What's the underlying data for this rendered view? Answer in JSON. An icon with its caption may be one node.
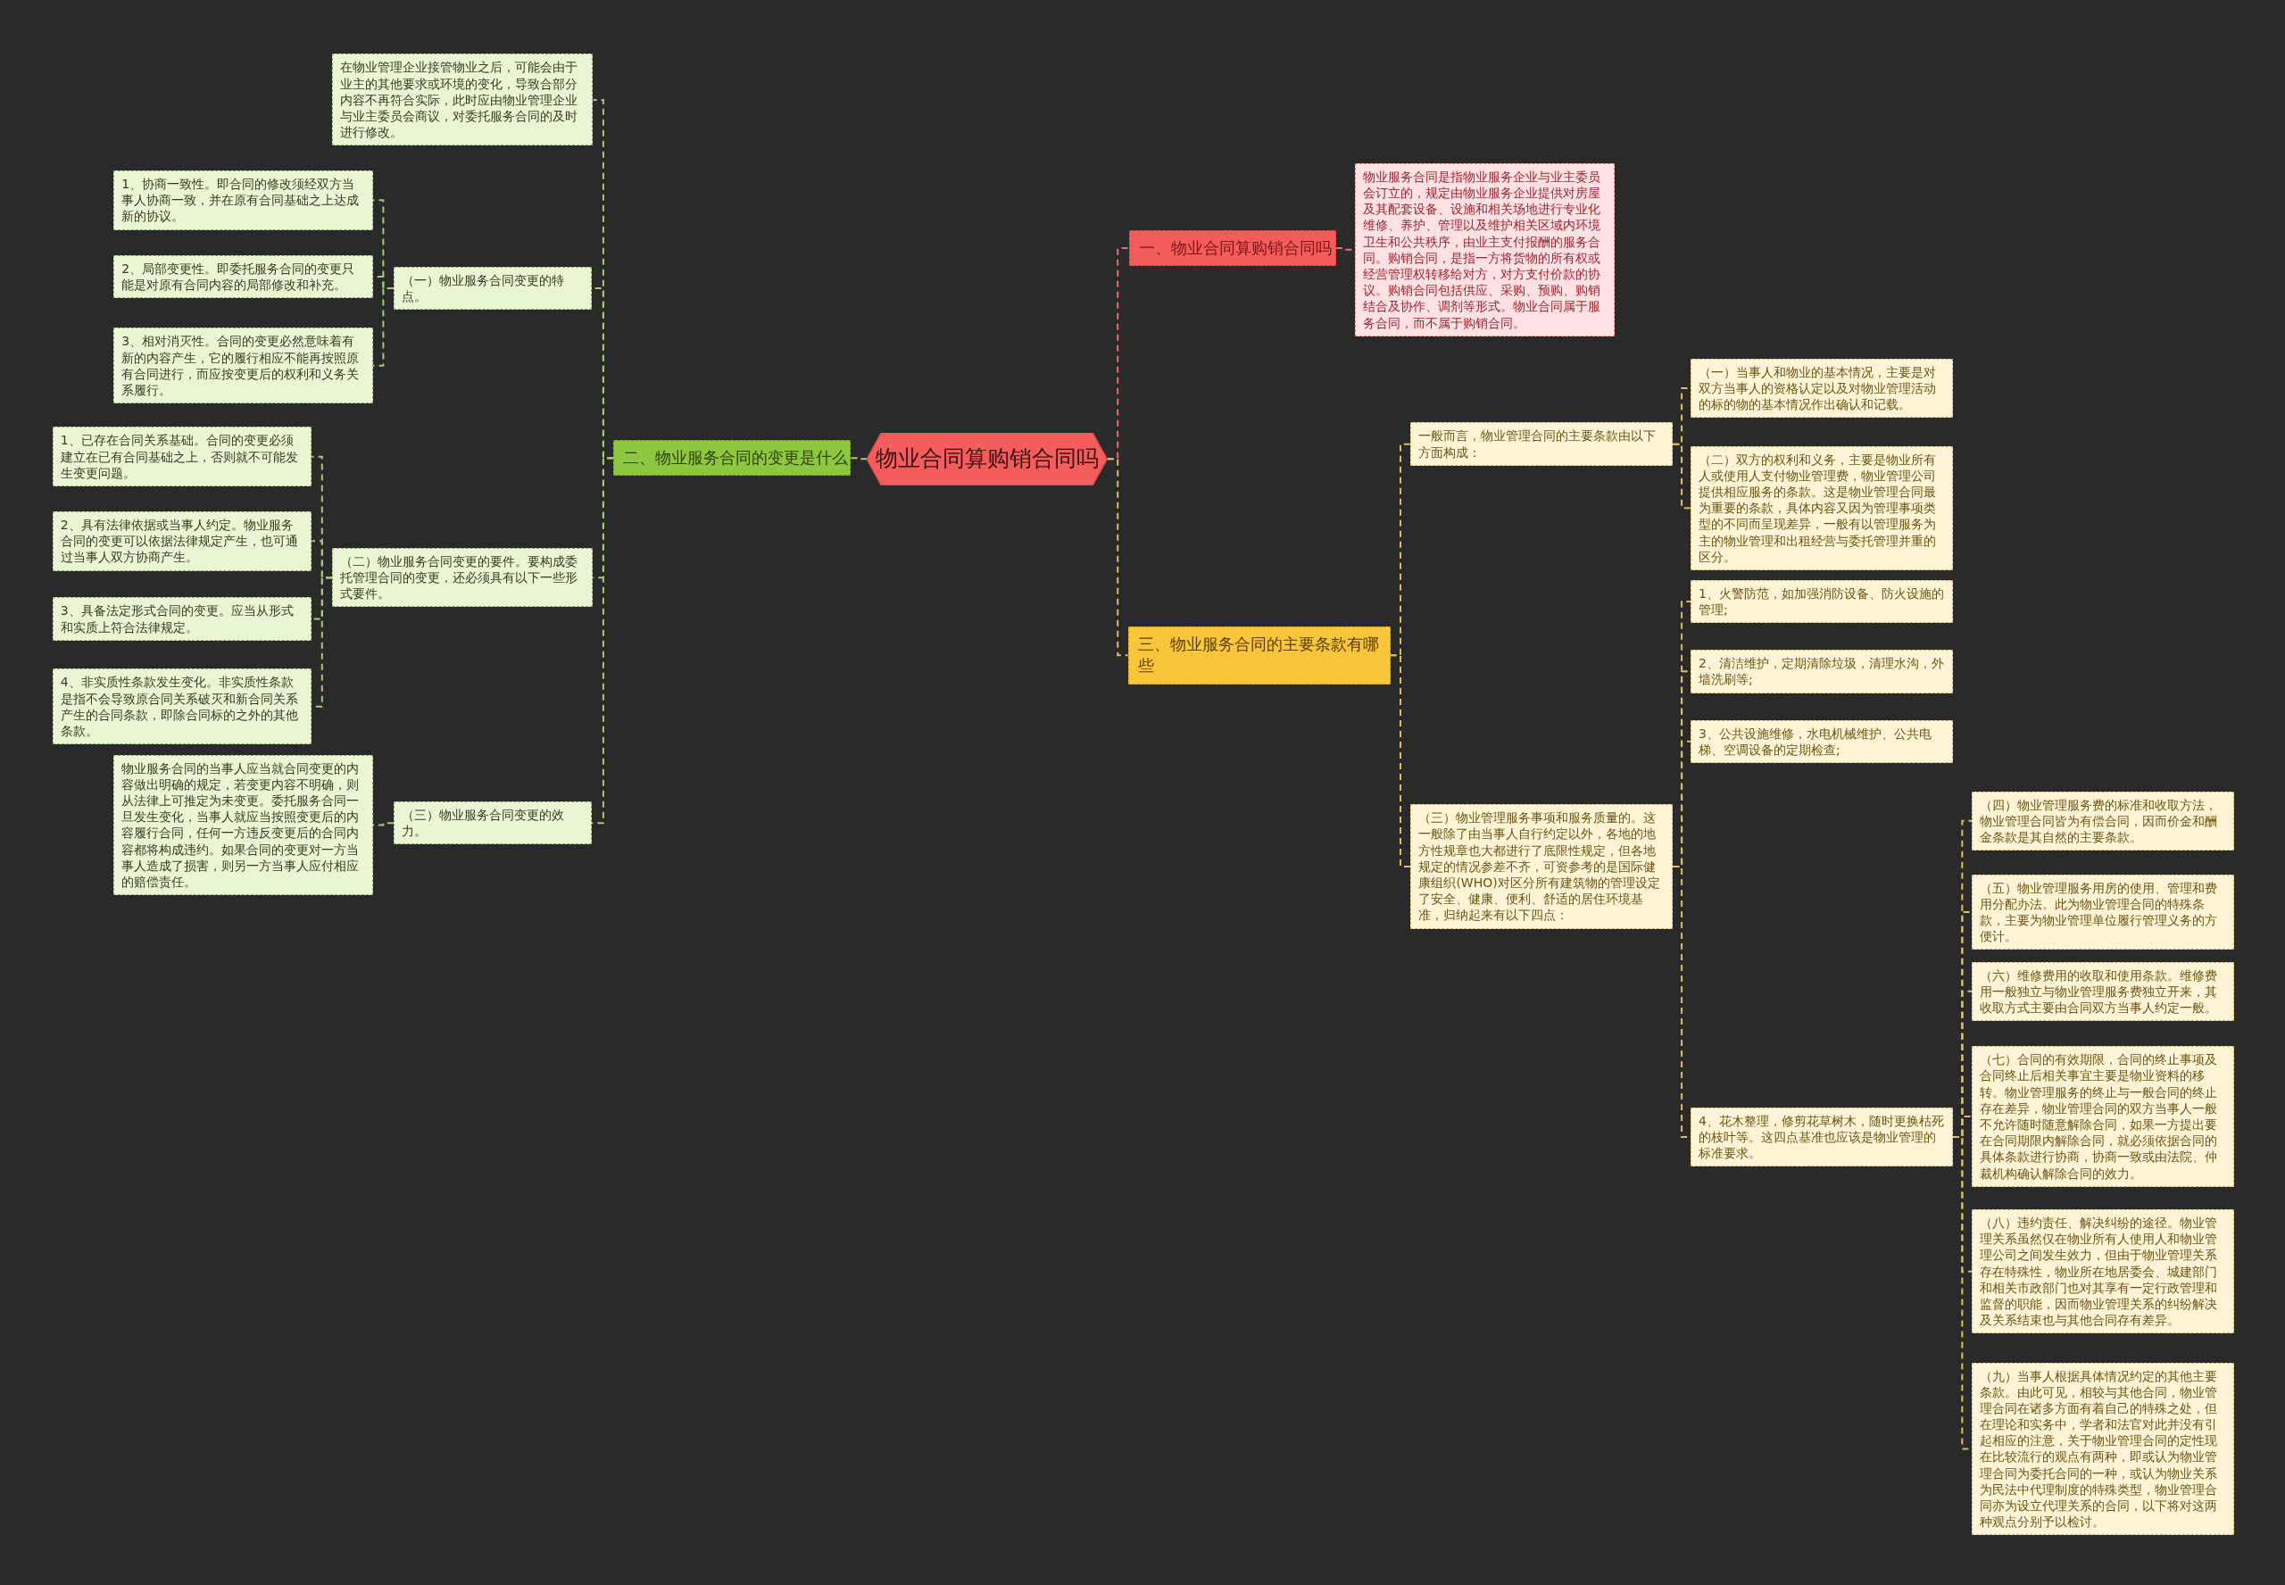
{
  "diagram": {
    "nodes": [
      {
        "text": [
          "物业合同算购销合同吗"
        ]
      },
      {
        "text": [
          "一、物业合同算购销合同吗"
        ]
      },
      {
        "text": [
          "物业服务合同是指物业服务企业与业主委员会订立的，规定由物业服务企业提供对房屋及其配套设备、设施和相关场地进行专业化维修、养护、管理以及维护相关区域内环境卫生和公共秩序，由业主支付报酬的服务合同。购销合同，是指一方将货物的所有权或经营管理权转移给对方，对方支付价款的协议。购销合同包括供应、采购、预购、购销结合及协作、调剂等形式。物业合同属于服务合同，而不属于购销合同。"
        ]
      },
      {
        "text": [
          "二、物业服务合同的变更是什么"
        ]
      },
      {
        "text": [
          "在物业管理企业接管物业之后，可能会由于业主的其他要求或环境的变化，导致合部分内容不再符合实际，此时应由物业管理企业与业主委员会商议，对委托服务合同的及时进行修改。"
        ]
      },
      {
        "text": [
          "（一）物业服务合同变更的特点。"
        ]
      },
      {
        "text": [
          "1、协商一致性。即合同的修改须经双方当事人协商一致，并在原有合同基础之上达成新的协议。"
        ]
      },
      {
        "text": [
          "2、局部变更性。即委托服务合同的变更只能是对原有合同内容的局部修改和补充。"
        ]
      },
      {
        "text": [
          "3、相对消灭性。合同的变更必然意味着有新的内容产生，它的履行相应不能再按照原有合同进行，而应按变更后的权利和义务关系履行。"
        ]
      },
      {
        "text": [
          "（二）物业服务合同变更的要件。要构成委托管理合同的变更，还必须具有以下一些形式要件。"
        ]
      },
      {
        "text": [
          "1、已存在合同关系基础。合同的变更必须建立在已有合同基础之上，否则就不可能发生变更问题。"
        ]
      },
      {
        "text": [
          "2、具有法律依据或当事人约定。物业服务合同的变更可以依据法律规定产生，也可通过当事人双方协商产生。"
        ]
      },
      {
        "text": [
          "3、具备法定形式合同的变更。应当从形式和实质上符合法律规定。"
        ]
      },
      {
        "text": [
          "4、非实质性条款发生变化。非实质性条款是指不会导致原合同关系破灭和新合同关系产生的合同条款，即除合同标的之外的其他条款。"
        ]
      },
      {
        "text": [
          "（三）物业服务合同变更的效力。"
        ]
      },
      {
        "text": [
          "物业服务合同的当事人应当就合同变更的内容做出明确的规定，若变更内容不明确，则从法律上可推定为未变更。委托服务合同一旦发生变化，当事人就应当按照变更后的内容履行合同，任何一方违反变更后的合同内容都将构成违约。如果合同的变更对一方当事人造成了损害，则另一方当事人应付相应的赔偿责任。"
        ]
      },
      {
        "text": [
          "三、物业服务合同的主要条款有哪些"
        ]
      },
      {
        "text": [
          "一般而言，物业管理合同的主要条款由以下方面构成："
        ]
      },
      {
        "text": [
          "（一）当事人和物业的基本情况，主要是对双方当事人的资格认定以及对物业管理活动的标的物的基本情况作出确认和记载。"
        ]
      },
      {
        "text": [
          "（二）双方的权利和义务，主要是物业所有人或使用人支付物业管理费，物业管理公司提供相应服务的条款。这是物业管理合同最为重要的条款，具体内容又因为管理事项类型的不同而呈现差异，一般有以管理服务为主的物业管理和出租经营与委托管理并重的区分。"
        ]
      },
      {
        "text": [
          "（三）物业管理服务事项和服务质量的。这一般除了由当事人自行约定以外，各地的地方性规章也大都进行了底限性规定，但各地规定的情况参差不齐，可资参考的是国际健康组织(WHO)对区分所有建筑物的管理设定了安全、健康、便利、舒适的居住环境基准，归纳起来有以下四点："
        ]
      },
      {
        "text": [
          "1、火警防范，如加强消防设备、防火设施的管理;"
        ]
      },
      {
        "text": [
          "2、清洁维护，定期清除垃圾，清理水沟，外墙洗刷等;"
        ]
      },
      {
        "text": [
          "3、公共设施维修，水电机械维护、公共电梯、空调设备的定期检查;"
        ]
      },
      {
        "text": [
          "4、花木整理，修剪花草树木，随时更换枯死的枝叶等。这四点基准也应该是物业管理的标准要求。"
        ]
      },
      {
        "text": [
          "（四）物业管理服务费的标准和收取方法，物业管理合同皆为有偿合同，因而价金和酬金条款是其自然的主要条款。"
        ]
      },
      {
        "text": [
          "（五）物业管理服务用房的使用、管理和费用分配办法。此为物业管理合同的特殊条款，主要为物业管理单位履行管理义务的方便计。"
        ]
      },
      {
        "text": [
          "（六）维修费用的收取和使用条款。维修费用一般独立与物业管理服务费独立开来，其收取方式主要由合同双方当事人约定一般。"
        ]
      },
      {
        "text": [
          "（七）合同的有效期限，合同的终止事项及合同终止后相关事宜主要是物业资料的移转。物业管理服务的终止与一般合同的终止存在差异，物业管理合同的双方当事人一般不允许随时随意解除合同，如果一方提出要在合同期限内解除合同，就必须依据合同的具体条款进行协商，协商一致或由法院、仲裁机构确认解除合同的效力。"
        ]
      },
      {
        "text": [
          "（八）违约责任、解决纠纷的途径。物业管理关系虽然仅在物业所有人使用人和物业管理公司之间发生效力，但由于物业管理关系存在特殊性，物业所在地居委会、城建部门和相关市政部门也对其享有一定行政管理和监督的职能，因而物业管理关系的纠纷解决及关系结束也与其他合同存有差异。"
        ]
      },
      {
        "text": [
          "（九）当事人根据具体情况约定的其他主要条款。由此可见，相较与其他合同，物业管理合同在诸多方面有着自己的特殊之处，但在理论和实务中，学者和法官对此并没有引起相应的注意，关于物业管理合同的定性现在比较流行的观点有两种，即或认为物业管理合同为委托合同的一种，或认为物业关系为民法中代理制度的特殊类型，物业管理合同亦为设立代理关系的合同，以下将对这两种观点分别予以检讨。"
        ]
      }
    ],
    "edges": [
      {
        "from": 0,
        "to": 1,
        "arrow": "none",
        "color": "#f06a6a"
      },
      {
        "from": 1,
        "to": 2,
        "arrow": "none",
        "color": "#f06a6a"
      },
      {
        "from": 0,
        "to": 3,
        "arrow": "none",
        "color": "#a8c878"
      },
      {
        "from": 3,
        "to": 4,
        "arrow": "none",
        "color": "#a8c878"
      },
      {
        "from": 3,
        "to": 5,
        "arrow": "none",
        "color": "#a8c878"
      },
      {
        "from": 5,
        "to": 6,
        "arrow": "none",
        "color": "#a8c878"
      },
      {
        "from": 5,
        "to": 7,
        "arrow": "none",
        "color": "#a8c878"
      },
      {
        "from": 5,
        "to": 8,
        "arrow": "none",
        "color": "#a8c878"
      },
      {
        "from": 3,
        "to": 9,
        "arrow": "none",
        "color": "#a8c878"
      },
      {
        "from": 9,
        "to": 10,
        "arrow": "none",
        "color": "#a8c878"
      },
      {
        "from": 9,
        "to": 11,
        "arrow": "none",
        "color": "#a8c878"
      },
      {
        "from": 9,
        "to": 12,
        "arrow": "none",
        "color": "#a8c878"
      },
      {
        "from": 9,
        "to": 13,
        "arrow": "none",
        "color": "#a8c878"
      },
      {
        "from": 3,
        "to": 14,
        "arrow": "none",
        "color": "#a8c878"
      },
      {
        "from": 14,
        "to": 15,
        "arrow": "none",
        "color": "#a8c878"
      },
      {
        "from": 0,
        "to": 16,
        "arrow": "none"
      },
      {
        "from": 16,
        "to": 17,
        "arrow": "none"
      },
      {
        "from": 17,
        "to": 18,
        "arrow": "none"
      },
      {
        "from": 17,
        "to": 19,
        "arrow": "none"
      },
      {
        "from": 16,
        "to": 20,
        "arrow": "none"
      },
      {
        "from": 20,
        "to": 21,
        "arrow": "none"
      },
      {
        "from": 20,
        "to": 22,
        "arrow": "none"
      },
      {
        "from": 20,
        "to": 23,
        "arrow": "none"
      },
      {
        "from": 20,
        "to": 24,
        "arrow": "none"
      },
      {
        "from": 24,
        "to": 25,
        "arrow": "none"
      },
      {
        "from": 24,
        "to": 26,
        "arrow": "none"
      },
      {
        "from": 24,
        "to": 27,
        "arrow": "none"
      },
      {
        "from": 24,
        "to": 28,
        "arrow": "none"
      },
      {
        "from": 24,
        "to": 29,
        "arrow": "none"
      },
      {
        "from": 24,
        "to": 30,
        "arrow": "none"
      }
    ]
  }
}
